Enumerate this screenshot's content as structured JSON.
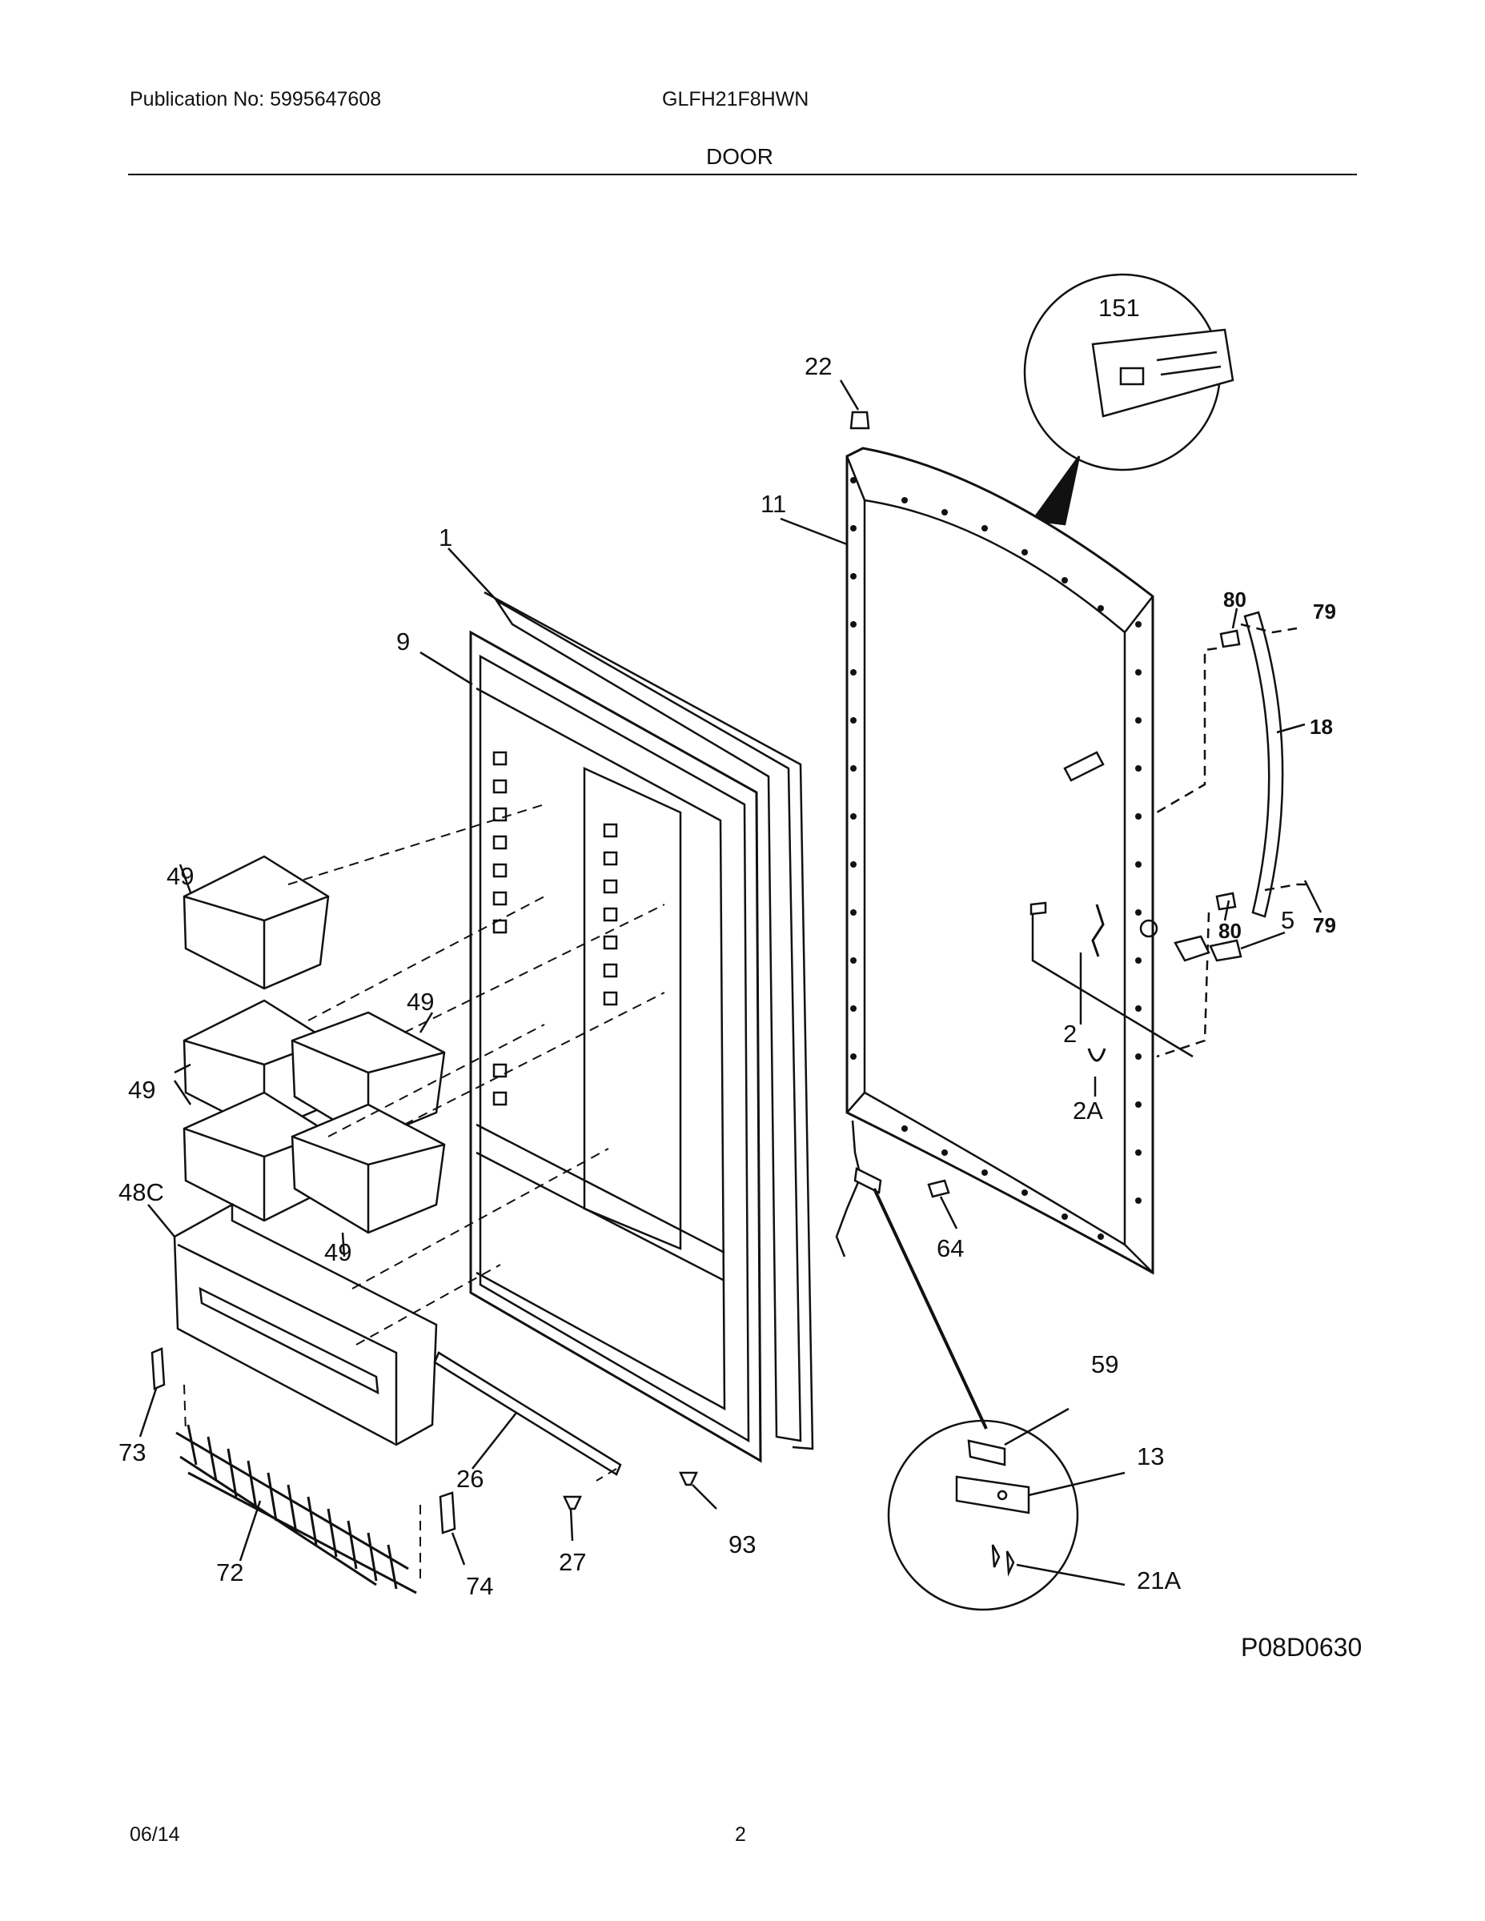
{
  "header": {
    "publication": "Publication No: 5995647608",
    "model": "GLFH21F8HWN",
    "section": "DOOR"
  },
  "footer": {
    "date": "06/14",
    "page": "2",
    "figure_code": "P08D0630"
  },
  "callouts": {
    "c151": "151",
    "c22": "22",
    "c11": "11",
    "c1": "1",
    "c9": "9",
    "c80a": "80",
    "c79a": "79",
    "c18": "18",
    "c80b": "80",
    "c79b": "79",
    "c5": "5",
    "c2": "2",
    "c2A": "2A",
    "c49a": "49",
    "c49b": "49",
    "c49c": "49",
    "c49d": "49",
    "c48C": "48C",
    "c64": "64",
    "c59": "59",
    "c13": "13",
    "c21A": "21A",
    "c73": "73",
    "c72": "72",
    "c74": "74",
    "c26": "26",
    "c27": "27",
    "c93": "93"
  }
}
